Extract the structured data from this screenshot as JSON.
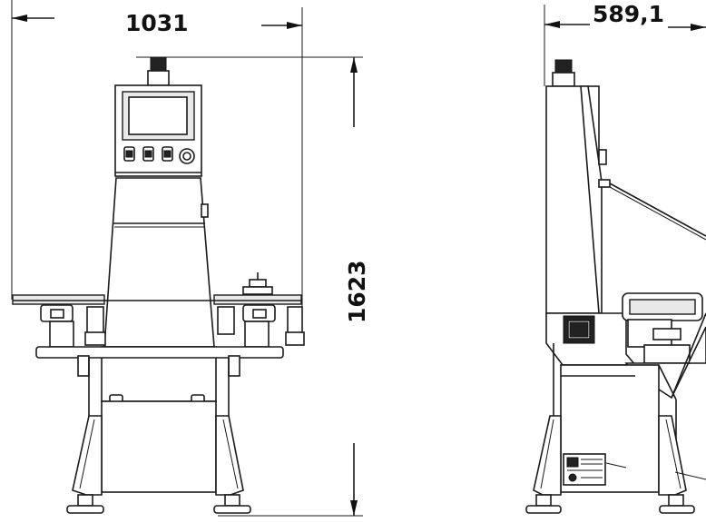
{
  "dimensions": {
    "front_width": "1031",
    "side_depth": "589,1",
    "height": "1623"
  }
}
